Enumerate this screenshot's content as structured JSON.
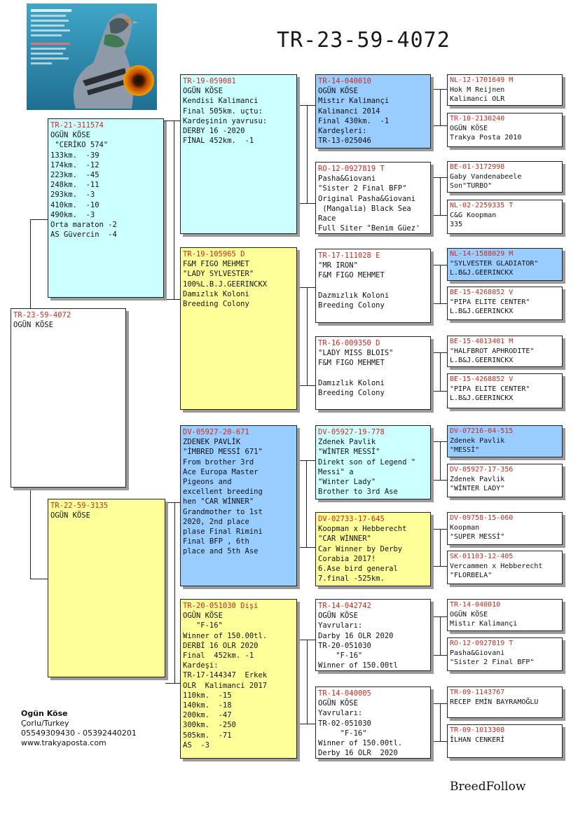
{
  "title": "TR-23-59-4072",
  "brand": "BreedFollow",
  "owner": {
    "name": "Ogün Köse",
    "city": "Çorlu/Turkey",
    "phones": "05549309430 - 05392440201",
    "web": "www.trakyaposta.com"
  },
  "cards": [
    {
      "id": "subject",
      "ring": "TR-23-59-4072",
      "lines": [
        "OGÜN KÖSE"
      ]
    },
    {
      "id": "sire",
      "ring": "TR-21-311574",
      "lines": [
        "OGÜN KÖSE",
        " \"CERİKO 574\"",
        "133km.  -39",
        "174km.  -12",
        "223km.  -45",
        "248km.  -11",
        "293km.  -3",
        "410km.  -10",
        "490km.  -3",
        "Orta maraton -2",
        "AS Güvercin  -4"
      ]
    },
    {
      "id": "dam",
      "ring": "TR-22-59-3135",
      "lines": [
        "OGÜN KÖSE"
      ]
    },
    {
      "id": "ss",
      "ring": "TR-19-059081",
      "lines": [
        "OGÜN KÖSE",
        "Kendisi Kalimanci",
        "Final 505km. uçtu:",
        "Kardeşinin yavrusu:",
        "DERBY 16 -2020",
        "FİNAL 452km.  -1"
      ]
    },
    {
      "id": "sd",
      "ring": "TR-19-105965 D",
      "lines": [
        "F&M FIGO MEHMET",
        "\"LADY SYLVESTER\"",
        "100%L.B.J.GEERINCKX",
        "Damızlık Koloni",
        "Breeding Colony"
      ]
    },
    {
      "id": "ds",
      "ring": "DV-05927-20-671",
      "lines": [
        "ZDENEK PAVLİK",
        "\"İMBRED MESSİ 671\"",
        "From brother 3rd",
        "Ace Europa Master",
        "Pigeons and",
        "excellent breeding",
        "hen \"CAR WİNNER\"",
        "Grandmother to 1st",
        "2020, 2nd place",
        "plase Final Rimini",
        "Final BFP , 6th",
        "place and 5th Ase"
      ]
    },
    {
      "id": "dd",
      "ring": "TR-20-051030 Dişi",
      "lines": [
        "OGÜN KÖSE",
        "   \"F-16\"",
        "Winner of 150.00tl.",
        "DERBİ 16 OLR 2020",
        "Final  452km. -1",
        "Kardeşi:",
        "TR-17-144347  Erkek",
        "OLR  Kalimanci 2017",
        "110km.  -15",
        "140km.  -18",
        "200km.  -47",
        "300km.  -250",
        "505km.  -71",
        "AS  -3"
      ]
    },
    {
      "id": "sss",
      "ring": "TR-14-040010",
      "lines": [
        "OGÜN KÖSE",
        "Mistır Kalimançi",
        "Kalimanci 2014",
        "Final 430km.  -1",
        "Kardeşleri:",
        "TR-13-025046"
      ]
    },
    {
      "id": "ssd",
      "ring": "RO-12-0927819 T",
      "lines": [
        "Pasha&Giovani",
        "\"Sister 2 Final BFP\"",
        "Original Pasha&Giovani",
        " (Mangalia) Black Sea",
        "Race",
        "Full Siter \"Benim Güez'"
      ]
    },
    {
      "id": "sds",
      "ring": "TR-17-111028 E",
      "lines": [
        "\"MR IRON\"",
        "F&M FIGO MEHMET",
        "",
        "Dazmızlık Koloni",
        "Breeding Colony"
      ]
    },
    {
      "id": "sdd",
      "ring": "TR-16-009350 D",
      "lines": [
        "\"LADY MISS BLOIS\"",
        "F&M FIGO MEHMET",
        "",
        "Damızlık Koloni",
        "Breeding Colony"
      ]
    },
    {
      "id": "dss",
      "ring": "DV-05927-19-778",
      "lines": [
        "Zdenek Pavlik",
        "\"WİNTER MESSİ\"",
        "Direkt son of Legend \"",
        "Messi\" a",
        "\"Winter Lady\"",
        "Brother to 3rd Ase"
      ]
    },
    {
      "id": "dsd",
      "ring": "DV-02733-17-645",
      "lines": [
        "Koopman x Hebberecht",
        "\"CAR WİNNER\"",
        "Car Winner by Derby",
        "Corabia 2017!",
        "6.Ase bird general",
        "7.final -525km."
      ]
    },
    {
      "id": "dds",
      "ring": "TR-14-042742",
      "lines": [
        "OGÜN KÖSE",
        "Yavruları:",
        "Darby 16 OLR 2020",
        "TR-20-051030",
        "    \"F-16\"",
        "Winner of 150.00tl"
      ]
    },
    {
      "id": "ddd",
      "ring": "TR-14-040005",
      "lines": [
        "OGÜN KÖSE",
        "Yavruları:",
        "TR-02-051030",
        "     \"F-16\"",
        "Winner of 150.00tl.",
        "Derby 16 OLR  2020"
      ]
    },
    {
      "id": "g1",
      "ring": "NL-12-1701649 M",
      "lines": [
        "Hok M Reijnen",
        "Kalimanci OLR"
      ]
    },
    {
      "id": "g2",
      "ring": "TR-10-2130240",
      "lines": [
        "OGÜN KÖSE",
        "Trakya Posta 2010"
      ]
    },
    {
      "id": "g3",
      "ring": "BE-01-3172998",
      "lines": [
        "Gaby Vandenabeele",
        "Son\"TURBO\""
      ]
    },
    {
      "id": "g4",
      "ring": "NL-02-2259335 T",
      "lines": [
        "C&G Koopman",
        "335"
      ]
    },
    {
      "id": "g5",
      "ring": "NL-14-1588029 M",
      "lines": [
        "\"SYLVESTER GLADIATOR\"",
        "L.B&J.GEERINCKX"
      ]
    },
    {
      "id": "g6",
      "ring": "BE-15-4268852 V",
      "lines": [
        "\"PIPA ELITE CENTER\"",
        "L.B&J.GEERINCKX"
      ]
    },
    {
      "id": "g7",
      "ring": "BE-15-4013401 M",
      "lines": [
        "\"HALFBROT APHRODITE\"",
        "L.B&J.GEERINCKX"
      ]
    },
    {
      "id": "g8",
      "ring": "BE-15-4268852 V",
      "lines": [
        "\"PIPA ELITE CENTER\"",
        "L.B&J.GEERINCKX"
      ]
    },
    {
      "id": "g9",
      "ring": "DV-07216-04-515",
      "lines": [
        "Zdenek Pavlik",
        "\"MESSİ\""
      ]
    },
    {
      "id": "g10",
      "ring": "DV-05927-17-356",
      "lines": [
        "Zdenek Pavlik",
        "\"WİNTER LADY\""
      ]
    },
    {
      "id": "g11",
      "ring": "DV-09758-15-060",
      "lines": [
        "Koopman",
        "\"SUPER MESSİ\""
      ]
    },
    {
      "id": "g12",
      "ring": "SK-01103-12-405",
      "lines": [
        "Vercammen x Hebberecht",
        "\"FLORBELA\""
      ]
    },
    {
      "id": "g13",
      "ring": "TR-14-040010",
      "lines": [
        "OGÜN KÖSE",
        "Mistır Kalimançi"
      ]
    },
    {
      "id": "g14",
      "ring": "RO-12-0927819 T",
      "lines": [
        "Pasha&Giovani",
        "\"Sister 2 Final BFP\""
      ]
    },
    {
      "id": "g15",
      "ring": "TR-09-1143767",
      "lines": [
        "RECEP EMİN BAYRAMOĞLU"
      ]
    },
    {
      "id": "g16",
      "ring": "TR-09-1013308",
      "lines": [
        "İLHAN CENKERİ"
      ]
    }
  ]
}
